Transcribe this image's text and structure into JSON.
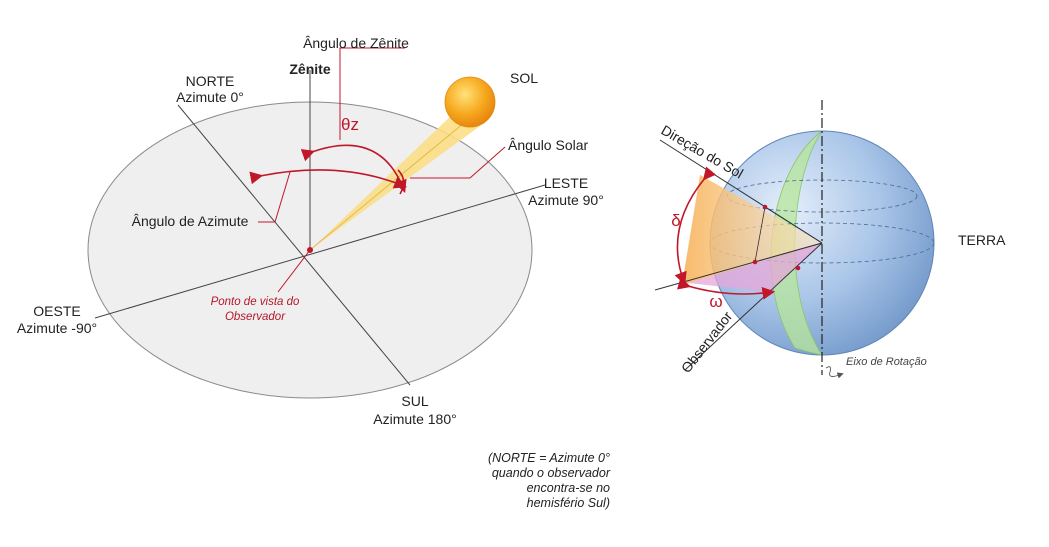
{
  "left_diagram": {
    "zenith_angle_label": "Ângulo de Zênite",
    "zenith_label": "Zênite",
    "theta_symbol": "θz",
    "sun_label": "SOL",
    "solar_angle_label": "Ângulo Solar",
    "north_label": "NORTE",
    "north_azimuth": "Azimute 0°",
    "east_label": "LESTE",
    "east_azimuth": "Azimute 90°",
    "west_label": "OESTE",
    "west_azimuth": "Azimute -90°",
    "south_label": "SUL",
    "south_azimuth": "Azimute 180°",
    "azimuth_angle_label": "Ângulo de Azimute",
    "observer_point_line1": "Ponto de vista do",
    "observer_point_line2": "Observador"
  },
  "note": {
    "line1": "(NORTE = Azimute 0°",
    "line2": "quando o observador",
    "line3": "encontra-se no",
    "line4": "hemisfério Sul)"
  },
  "right_diagram": {
    "sun_direction_label": "Direção do Sol",
    "delta_symbol": "δ",
    "omega_symbol": "ω",
    "observer_label": "Observador",
    "earth_label": "TERRA",
    "rotation_axis_label": "Eixo de Rotação"
  },
  "colors": {
    "accent_red": "#c0172b",
    "ellipse_fill": "#efefef",
    "sun_orange": "#f5a21a",
    "globe_blue": "#8fb3df",
    "meridian_green": "#b7e59a"
  }
}
